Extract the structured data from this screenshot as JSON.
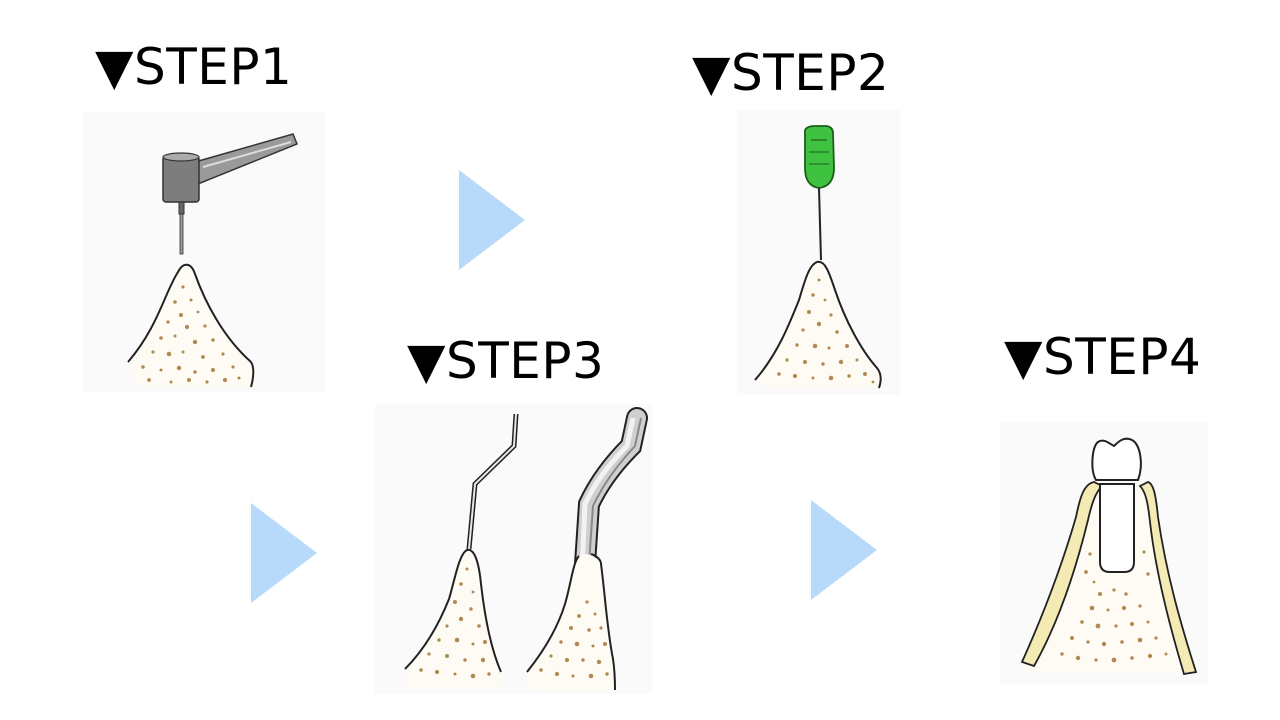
{
  "steps": [
    {
      "label": "▼STEP1"
    },
    {
      "label": "▼STEP2"
    },
    {
      "label": "▼STEP3"
    },
    {
      "label": "▼STEP4"
    }
  ],
  "colors": {
    "arrow": "#b8dafa",
    "bone_dots": "#b08a50",
    "bone_fill": "#fdfbf4",
    "gum_band": "#f4eab4",
    "drill_bit": "#3fc23f",
    "outline": "#222222"
  },
  "icons": [
    "drill-icon",
    "file-icon",
    "pliers-icon",
    "crown-icon",
    "arrow-right-icon"
  ]
}
